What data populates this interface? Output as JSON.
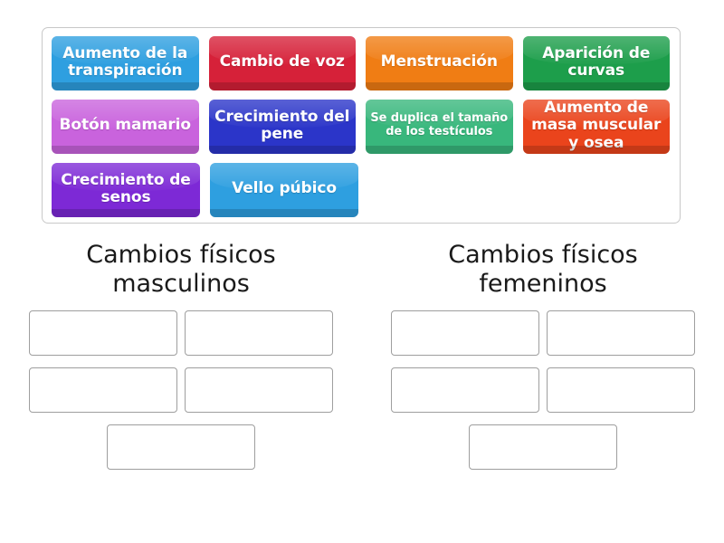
{
  "activity": {
    "type": "group-sort",
    "tile_bank": {
      "name": "draggable-tile-bank",
      "rows": [
        [
          {
            "label": "Aumento de la transpiración",
            "color": "#2e9fe0",
            "size": "normal"
          },
          {
            "label": "Cambio de voz",
            "color": "#d62139",
            "size": "normal"
          },
          {
            "label": "Menstruación",
            "color": "#f07d14",
            "size": "normal"
          },
          {
            "label": "Aparición de curvas",
            "color": "#1d9e4b",
            "size": "normal"
          }
        ],
        [
          {
            "label": "Botón mamario",
            "color": "#c963dd",
            "size": "normal"
          },
          {
            "label": "Crecimiento del pene",
            "color": "#2b35c9",
            "size": "normal"
          },
          {
            "label": "Se duplica el tamaño de los testículos",
            "color": "#38b77c",
            "size": "small"
          },
          {
            "label": "Aumento de masa muscular y osea",
            "color": "#ea441c",
            "size": "normal"
          }
        ],
        [
          {
            "label": "Crecimiento de senos",
            "color": "#7d29d6",
            "size": "normal"
          },
          {
            "label": "Vello púbico",
            "color": "#2e9fe0",
            "size": "normal"
          }
        ]
      ]
    },
    "categories": [
      {
        "title": "Cambios físicos masculinos",
        "slot_count": 5
      },
      {
        "title": "Cambios físicos femeninos",
        "slot_count": 5
      }
    ],
    "colors": {
      "tile_bank_border": "#c8c8c8",
      "slot_border": "#9e9e9e",
      "background": "#ffffff",
      "title_text": "#1a1a1a",
      "tile_text": "#ffffff"
    }
  }
}
